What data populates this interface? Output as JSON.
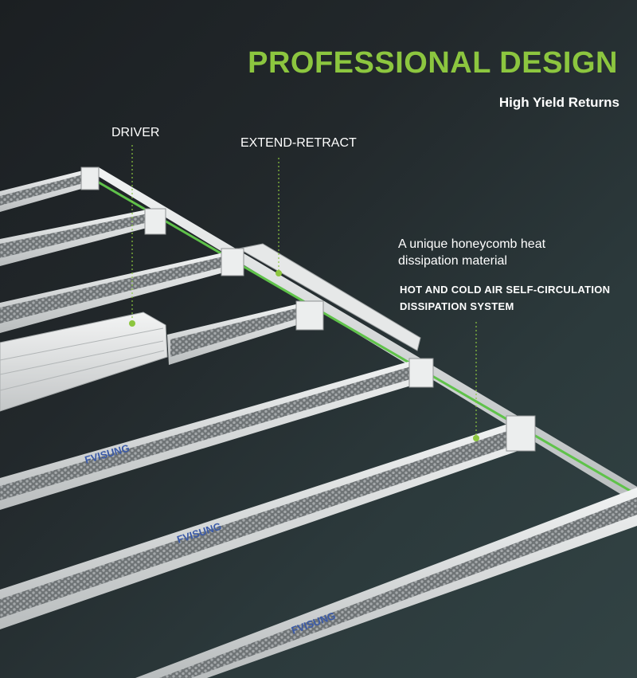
{
  "header": {
    "title": "PROFESSIONAL DESIGN",
    "subtitle": "High Yield Returns"
  },
  "callouts": {
    "driver": "DRIVER",
    "extend_retract": "EXTEND-RETRACT",
    "honeycomb_line1": "A unique honeycomb heat",
    "honeycomb_line2": "dissipation material",
    "airflow_line1": "HOT AND COLD AIR  SELF-CIRCULATION",
    "airflow_line2": "DISSIPATION SYSTEM"
  },
  "brand": {
    "logo_text": "FVISUNG"
  },
  "colors": {
    "accent_green": "#8cc63f",
    "bar_silver": "#d9dcdd",
    "honeycomb": "#8e9294",
    "background_dark": "#1e2326"
  }
}
